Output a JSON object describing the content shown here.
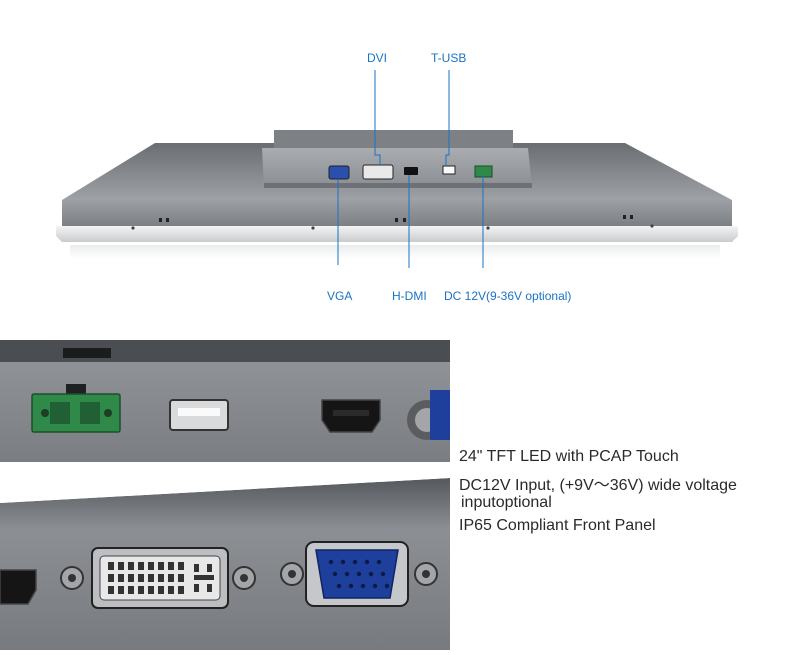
{
  "labels": {
    "dvi": "DVI",
    "tusb": "T-USB",
    "vga": "VGA",
    "hdmi": "H-DMI",
    "dc": "DC 12V(9-36V optional)"
  },
  "specs": [
    "24\" TFT LED with PCAP Touch",
    "DC12V Input, (+9V～36V) wide voltage",
    "inputoptional",
    "IP65 Compliant Front Panel"
  ],
  "colors": {
    "label_blue": "#1a73c6",
    "terminal_green": "#2f8a4a",
    "vga_blue": "#1e3f9c",
    "panel_gray": "#8e9296"
  }
}
